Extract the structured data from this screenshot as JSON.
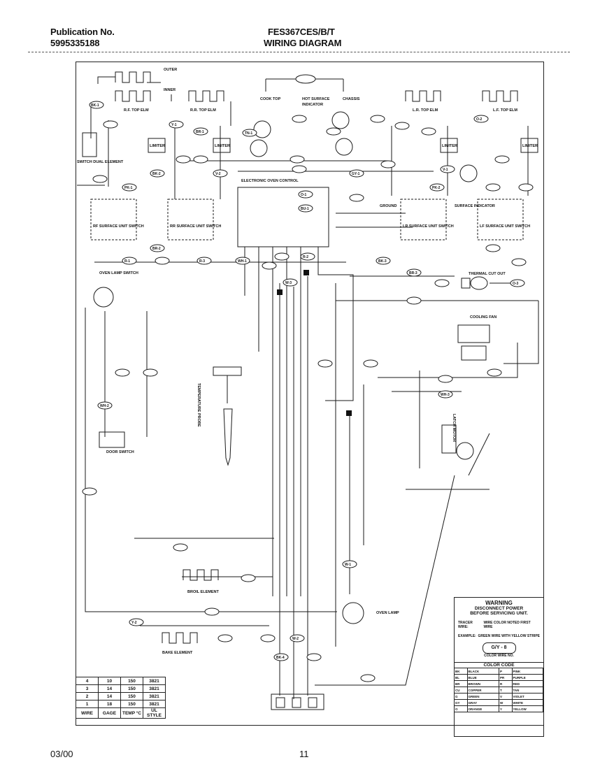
{
  "header": {
    "pub_label": "Publication No.",
    "pub_number": "5995335188",
    "model": "FES367CES/B/T",
    "title": "WIRING DIAGRAM"
  },
  "footer": {
    "date": "03/00",
    "page": "11"
  },
  "components": {
    "outer": "OUTER",
    "inner": "INNER",
    "rf_top": "R.F. TOP ELM",
    "rr_top": "R.R. TOP ELM",
    "lr_top": "L.R. TOP ELM",
    "lf_top": "L.F. TOP ELM",
    "limiter": "LIMITER",
    "cook_top": "COOK TOP",
    "chassis": "CHASSIS",
    "hot_surface": "HOT SURFACE",
    "indicator": "INDICATOR",
    "switch_dual": "SWITCH DUAL ELEMENT",
    "electronic_oven_control": "ELECTRONIC OVEN CONTROL",
    "ground": "GROUND",
    "surface_indicator": "SURFACE INDICATOR",
    "rf_switch": "RF SURFACE UNIT SWITCH",
    "rr_switch": "RR SURFACE UNIT SWITCH",
    "lr_switch": "LR SURFACE UNIT SWITCH",
    "lf_switch": "LF SURFACE UNIT SWITCH",
    "oven_lamp_switch": "OVEN LAMP SWITCH",
    "thermal_cut": "THERMAL CUT OUT",
    "cooling_fan": "COOLING FAN",
    "temp_probe": "TEMPERATURE PROBE",
    "door_switch": "DOOR SWITCH",
    "latch_motor": "LATCH MOTOR",
    "broil": "BROIL ELEMENT",
    "bake": "BAKE ELEMENT",
    "oven_lamp": "OVEN LAMP"
  },
  "wire_tags": [
    "BK-1",
    "BK-2",
    "BK-3",
    "BK-4",
    "BR-1",
    "BR-2",
    "BR-3",
    "BU-1",
    "R-1",
    "R-2",
    "R-3",
    "V-1",
    "V-2",
    "W-1",
    "W-2",
    "W-3",
    "O-1",
    "O-2",
    "O-3",
    "WH-1",
    "WH-2",
    "WH-3",
    "PK-1",
    "PK-2",
    "GY-1",
    "TN-1",
    "Y-1",
    "Y-2"
  ],
  "gage_table": {
    "rows": [
      [
        "4",
        "10",
        "150",
        "3821"
      ],
      [
        "3",
        "14",
        "150",
        "3821"
      ],
      [
        "2",
        "14",
        "150",
        "3821"
      ],
      [
        "1",
        "18",
        "150",
        "3821"
      ]
    ],
    "header": [
      "WIRE",
      "GAGE",
      "TEMP °C",
      "UL STYLE"
    ]
  },
  "warning": {
    "title": "WARNING",
    "line1": "DISCONNECT POWER",
    "line2": "BEFORE SERVICING UNIT.",
    "tracer_label": "TRACER WIRE:",
    "tracer_text": "WIRE COLOR NOTED FIRST WIRE",
    "example_label": "EXAMPLE:",
    "example_text": "GREEN WIRE WITH YELLOW STRIPE",
    "example_code": "G/Y - 8",
    "color_wire_no": "COLOR WIRE NO.",
    "color_code_title": "COLOR CODE",
    "codes": [
      [
        "BK",
        "BLACK",
        "P",
        "PINK"
      ],
      [
        "BL",
        "BLUE",
        "PR",
        "PURPLE"
      ],
      [
        "BR",
        "BROWN",
        "R",
        "RED"
      ],
      [
        "CU",
        "COPPER",
        "T",
        "TAN"
      ],
      [
        "G",
        "GREEN",
        "V",
        "VIOLET"
      ],
      [
        "GY",
        "GRAY",
        "W",
        "WHITE"
      ],
      [
        "O",
        "ORANGE",
        "Y",
        "YELLOW"
      ]
    ]
  }
}
